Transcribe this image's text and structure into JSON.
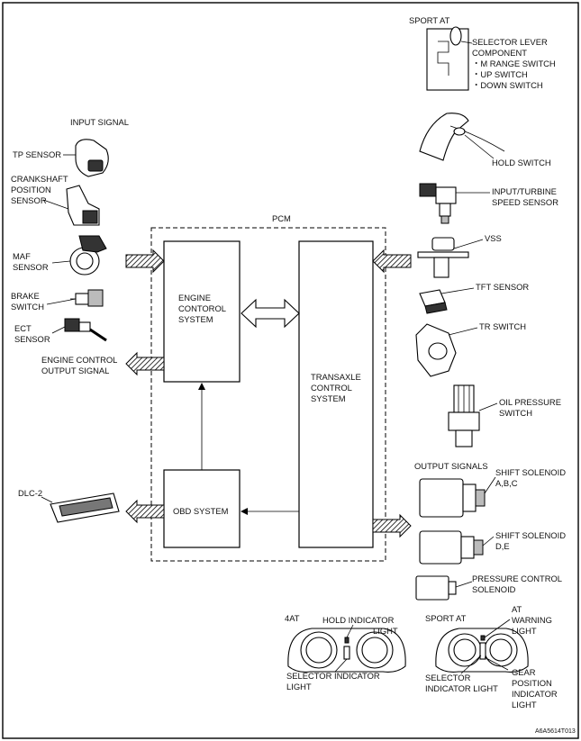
{
  "sport_at_top": "SPORT AT",
  "selector_lever": {
    "lines": [
      "SELECTOR LEVER",
      "COMPONENT",
      "・M RANGE SWITCH",
      "・UP SWITCH",
      "・DOWN SWITCH"
    ]
  },
  "input_signal": "INPUT SIGNAL",
  "tp_sensor": "TP SENSOR",
  "crankshaft": {
    "lines": [
      "CRANKSHAFT",
      "POSITION",
      "SENSOR"
    ]
  },
  "maf": {
    "lines": [
      "MAF",
      "SENSOR"
    ]
  },
  "brake": {
    "lines": [
      "BRAKE",
      "SWITCH"
    ]
  },
  "ect": {
    "lines": [
      "ECT",
      "SENSOR"
    ]
  },
  "engine_output": {
    "lines": [
      "ENGINE CONTROL",
      "OUTPUT SIGNAL"
    ]
  },
  "dlc": "DLC-2",
  "pcm": "PCM",
  "engine_system": {
    "lines": [
      "ENGINE",
      "CONTOROL",
      "SYSTEM"
    ]
  },
  "transaxle_system": {
    "lines": [
      "TRANSAXLE",
      "CONTROL",
      "SYSTEM"
    ]
  },
  "obd_system": "OBD SYSTEM",
  "hold_switch": "HOLD SWITCH",
  "turbine": {
    "lines": [
      "INPUT/TURBINE",
      "SPEED SENSOR"
    ]
  },
  "vss": "VSS",
  "tft": "TFT SENSOR",
  "tr_switch": "TR SWITCH",
  "oil_pressure": {
    "lines": [
      "OIL PRESSURE",
      "SWITCH"
    ]
  },
  "output_signals": "OUTPUT SIGNALS",
  "shift_abc": {
    "lines": [
      "SHIFT SOLENOID",
      "A,B,C"
    ]
  },
  "shift_de": {
    "lines": [
      "SHIFT SOLENOID",
      "D,E"
    ]
  },
  "pressure_control": {
    "lines": [
      "PRESSURE CONTROL",
      "SOLENOID"
    ]
  },
  "cluster_4at": {
    "title": "4AT",
    "hold": {
      "lines": [
        "HOLD INDICATOR",
        "LIGHT"
      ]
    },
    "selector": {
      "lines": [
        "SELECTOR INDICATOR",
        "LIGHT"
      ]
    }
  },
  "cluster_sport": {
    "title": "SPORT AT",
    "warning": {
      "lines": [
        "AT",
        "WARNING",
        "LIGHT"
      ]
    },
    "selector": {
      "lines": [
        "SELECTOR",
        "INDICATOR LIGHT"
      ]
    },
    "gear": {
      "lines": [
        "GEAR",
        "POSITION",
        "INDICATOR",
        "LIGHT"
      ]
    }
  },
  "figure_code": "A6A5614T013"
}
